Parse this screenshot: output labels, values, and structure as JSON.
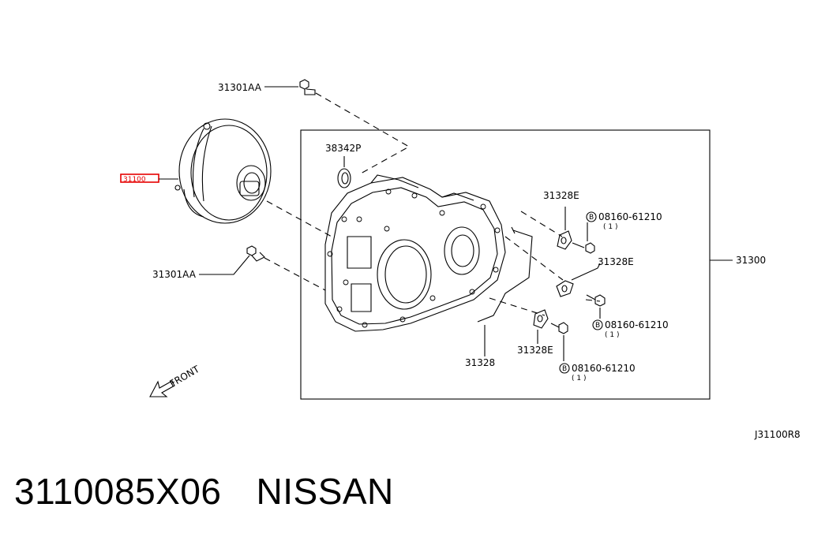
{
  "diagram": {
    "labels": {
      "bolt_top": "31301AA",
      "bolt_bottom": "31301AA",
      "seal": "38342P",
      "converter": "31100",
      "bracket_a": "31328E",
      "bracket_b": "31328E",
      "bracket_c": "31328E",
      "bolt_a": "08160-61210",
      "bolt_a_qty": "( 1 )",
      "bolt_b": "08160-61210",
      "bolt_b_qty": "( 1 )",
      "bolt_c": "08160-61210",
      "bolt_c_qty": "( 1 )",
      "tube": "31328",
      "case": "31300",
      "front": "FRONT",
      "ref_code": "J31100R8",
      "b_mark": "B"
    },
    "highlight_color": "#e60000"
  },
  "caption": {
    "part_number": "3110085X06",
    "brand": "NISSAN"
  }
}
